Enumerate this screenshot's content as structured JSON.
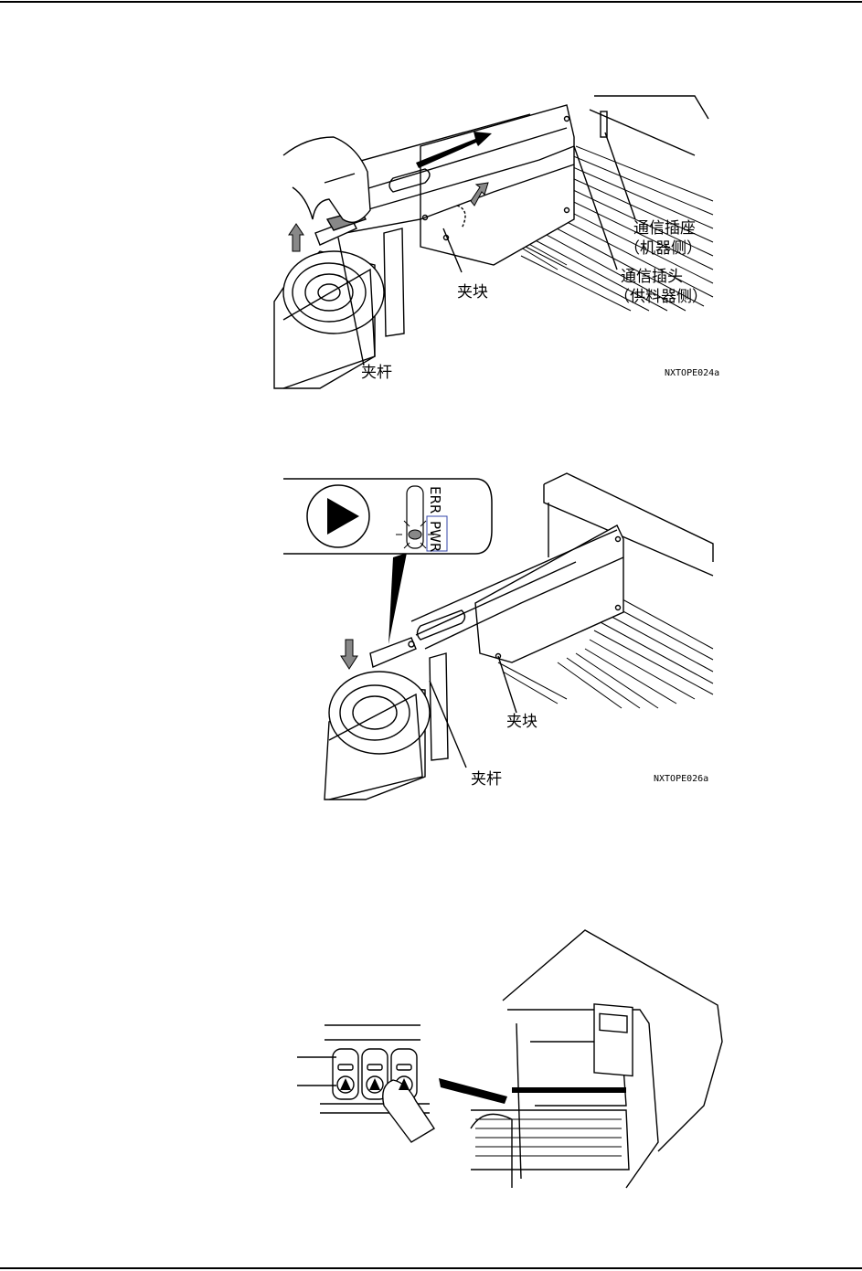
{
  "figure1": {
    "labels": {
      "comm_socket_l1": "通信插座",
      "comm_socket_l2": "（机器侧）",
      "comm_plug_l1": "通信插头",
      "comm_plug_l2": "（供料器侧）",
      "clamp_block": "夹块",
      "clamp_lever": "夹杆"
    },
    "code": "NXTOPE024a"
  },
  "figure2": {
    "led_err": "ERR",
    "led_pwr": "PWR",
    "labels": {
      "clamp_block": "夹块",
      "clamp_lever": "夹杆"
    },
    "code": "NXTOPE026a"
  },
  "figure3": {
    "button_count": 3
  }
}
